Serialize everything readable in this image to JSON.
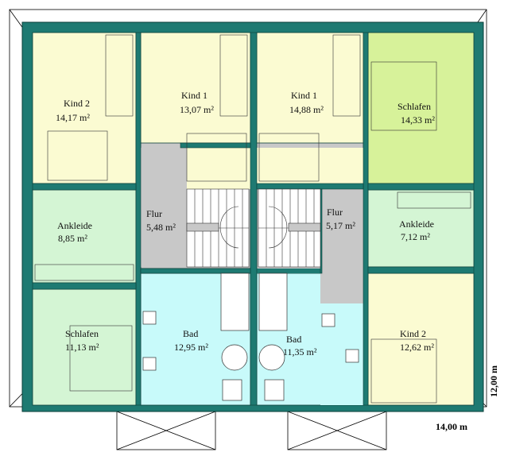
{
  "rooms": {
    "kind2_nw": {
      "name": "Kind 2",
      "area": "14,17 m²"
    },
    "kind1_a": {
      "name": "Kind 1",
      "area": "13,07 m²"
    },
    "kind1_b": {
      "name": "Kind 1",
      "area": "14,88 m²"
    },
    "schlafen_ne": {
      "name": "Schlafen",
      "area": "14,33 m²"
    },
    "ankleide_w": {
      "name": "Ankleide",
      "area": "8,85 m²"
    },
    "flur_w": {
      "name": "Flur",
      "area": "5,48 m²"
    },
    "flur_e": {
      "name": "Flur",
      "area": "5,17 m²"
    },
    "ankleide_e": {
      "name": "Ankleide",
      "area": "7,12 m²"
    },
    "schlafen_sw": {
      "name": "Schlafen",
      "area": "11,13 m²"
    },
    "bad_w": {
      "name": "Bad",
      "area": "12,95 m²"
    },
    "bad_e": {
      "name": "Bad",
      "area": "11,35 m²"
    },
    "kind2_se": {
      "name": "Kind 2",
      "area": "12,62 m²"
    }
  },
  "dimensions": {
    "width": "14,00 m",
    "depth": "12,00 m"
  },
  "colors": {
    "wall": "#1e7a72",
    "wall_edge": "#0b3d38",
    "yellow_room": "#fbfbd2",
    "green_room": "#d4f5d4",
    "lime_room": "#d7f29a",
    "bath": "#c8fafa",
    "hall": "#c8c8c8"
  }
}
